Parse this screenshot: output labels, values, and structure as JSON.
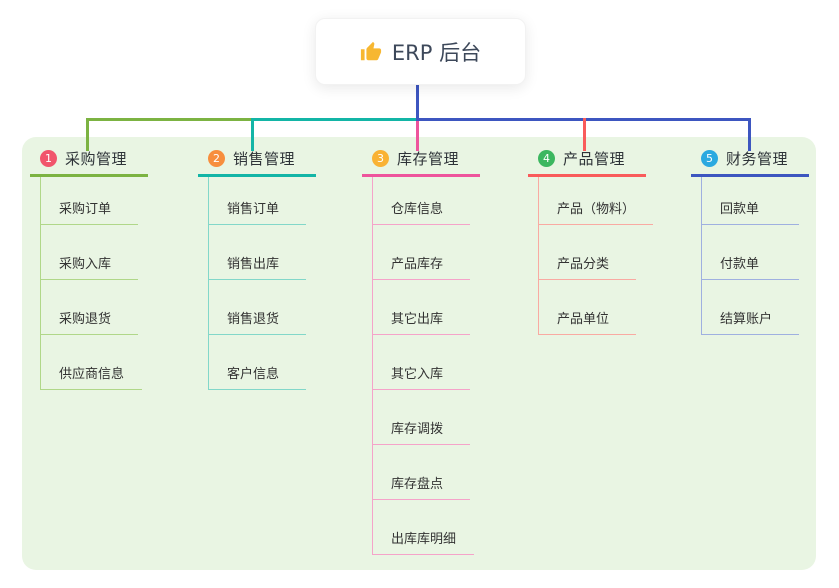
{
  "root": {
    "title": "ERP 后台",
    "icon": "thumbs-up-icon"
  },
  "canvas": {
    "background": "#ffffff",
    "panel_color": "#e9f5e3"
  },
  "branches": [
    {
      "badge": "1",
      "title": "采购管理",
      "color": "#7cb342",
      "light_color": "#b0d789",
      "badge_color": "#f1556c",
      "children": [
        "采购订单",
        "采购入库",
        "采购退货",
        "供应商信息"
      ]
    },
    {
      "badge": "2",
      "title": "销售管理",
      "color": "#13b5a6",
      "light_color": "#82d7c9",
      "badge_color": "#f78e3d",
      "children": [
        "销售订单",
        "销售出库",
        "销售退货",
        "客户信息"
      ]
    },
    {
      "badge": "3",
      "title": "库存管理",
      "color": "#ee549c",
      "light_color": "#f5a3c9",
      "badge_color": "#f9b234",
      "children": [
        "仓库信息",
        "产品库存",
        "其它出库",
        "其它入库",
        "库存调拨",
        "库存盘点",
        "出库库明细"
      ]
    },
    {
      "badge": "4",
      "title": "产品管理",
      "color": "#f95b5b",
      "light_color": "#f9aaa2",
      "badge_color": "#3cb760",
      "children": [
        "产品（物料）",
        "产品分类",
        "产品单位"
      ]
    },
    {
      "badge": "5",
      "title": "财务管理",
      "color": "#3d56c0",
      "light_color": "#9fb0e0",
      "badge_color": "#2ba9e0",
      "children": [
        "回款单",
        "付款单",
        "结算账户"
      ]
    }
  ]
}
